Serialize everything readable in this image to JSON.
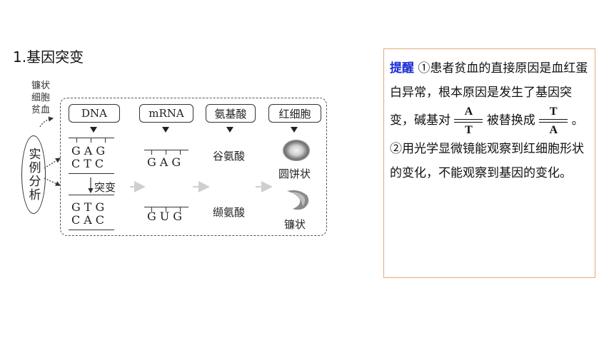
{
  "heading": "1.基因突变",
  "side_label": [
    "镰状",
    "细胞",
    "贫血"
  ],
  "ellipse_label": "实例分析",
  "headers": [
    "DNA",
    "mRNA",
    "氨基酸",
    "红细胞"
  ],
  "dna_normal": {
    "top": "GAG",
    "bottom": "CTC"
  },
  "dna_mutant": {
    "top": "GTG",
    "bottom": "CAC"
  },
  "mutation_label": "突变",
  "mrna_normal": "GAG",
  "mrna_mutant": "GUG",
  "aa_normal": "谷氨酸",
  "aa_mutant": "缬氨酸",
  "cell_normal": "圆饼状",
  "cell_mutant": "镰状",
  "note": {
    "tip": "提醒",
    "p1_before": "①患者贫血的直接原因是血红蛋白异常，根本原因是发生了基因突变，碱基对",
    "pair1": {
      "top": "A",
      "bottom": "T"
    },
    "mid": "被替换成",
    "pair2": {
      "top": "T",
      "bottom": "A"
    },
    "p1_end": "。",
    "p2": "②用光学显微镜能观察到红细胞形状的变化，不能观察到基因的变化。"
  },
  "colors": {
    "tip": "#1a2bd6",
    "note_border": "#e4a97a"
  }
}
